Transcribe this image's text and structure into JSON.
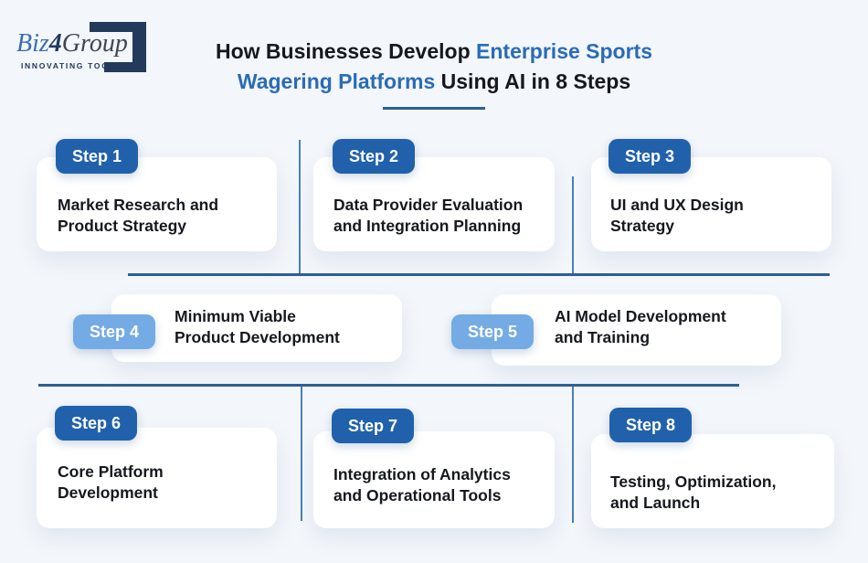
{
  "theme": {
    "background": "#f3f6fa",
    "card_background": "#ffffff",
    "badge_dark": "#2161ac",
    "badge_light": "#74abe4",
    "title_highlight": "#2a6cb6",
    "text_dark": "#15181e",
    "line_horizontal": "#2c6094",
    "line_vertical": "#4b7fb7",
    "logo_navy": "#233a5c",
    "logo_blue": "#3a6fb3",
    "logo_gray": "#3f4654"
  },
  "logo": {
    "word_biz": "Biz",
    "word_four": "4",
    "word_group": "Group",
    "tagline": "INNOVATING TOGETHER"
  },
  "title": {
    "part1": "How Businesses Develop ",
    "highlight": "Enterprise Sports Wagering Platforms",
    "part2": " Using AI in 8 Steps"
  },
  "steps": [
    {
      "badge": "Step 1",
      "text": "Market Research and\nProduct Strategy",
      "variant": "dark"
    },
    {
      "badge": "Step 2",
      "text": "Data Provider Evaluation\nand Integration Planning",
      "variant": "dark"
    },
    {
      "badge": "Step 3",
      "text": "UI and UX Design\nStrategy",
      "variant": "dark"
    },
    {
      "badge": "Step 4",
      "text": "Minimum Viable\nProduct Development",
      "variant": "light"
    },
    {
      "badge": "Step 5",
      "text": "AI Model Development\nand Training",
      "variant": "light"
    },
    {
      "badge": "Step 6",
      "text": "Core Platform\nDevelopment",
      "variant": "dark"
    },
    {
      "badge": "Step 7",
      "text": "Integration of Analytics\nand Operational Tools",
      "variant": "dark"
    },
    {
      "badge": "Step 8",
      "text": "Testing, Optimization,\nand Launch",
      "variant": "dark"
    }
  ]
}
